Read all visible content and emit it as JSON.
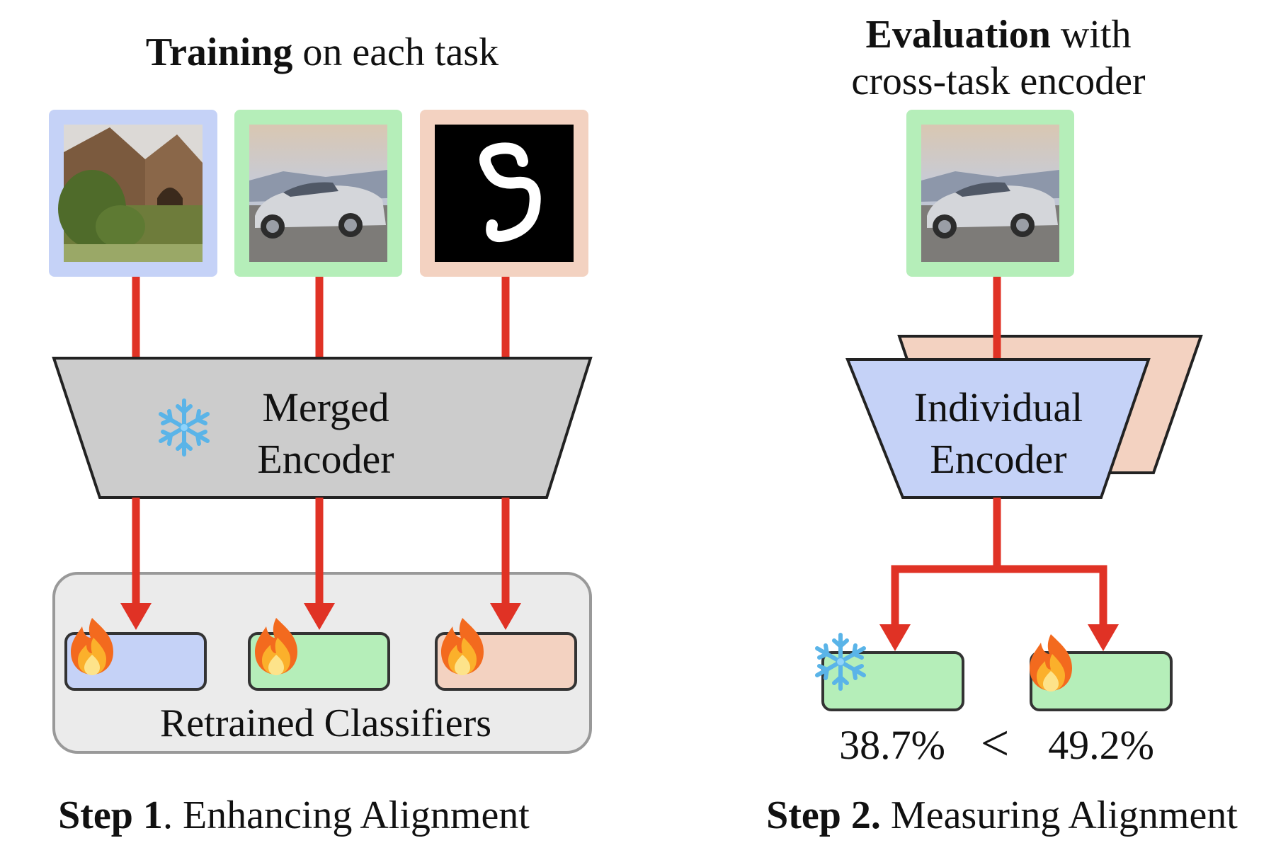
{
  "colors": {
    "blue": "#c5d2f7",
    "green": "#b5eeb9",
    "peach": "#f3d2c1",
    "gray": "#cccccc",
    "panel": "#ebebeb",
    "arrow": "#e03225",
    "stroke": "#222222"
  },
  "left": {
    "title_bold": "Training",
    "title_rest": " on each task",
    "encoder_label_line1": "Merged",
    "encoder_label_line2": "Encoder",
    "classifiers_label": "Retrained Classifiers",
    "step_bold": "Step 1",
    "step_rest": ". Enhancing Alignment",
    "images": [
      "church-photo",
      "car-photo",
      "digit-photo"
    ]
  },
  "right": {
    "title_bold": "Evaluation",
    "title_rest": " with",
    "title_line2": "cross-task encoder",
    "encoder_label_line1": "Individual",
    "encoder_label_line2": "Encoder",
    "frozen_value": "38.7%",
    "comparator": "<",
    "tuned_value": "49.2%",
    "step_bold": "Step 2.",
    "step_rest": " Measuring Alignment"
  },
  "icons": {
    "frozen": "snowflake-icon",
    "trainable": "fire-icon"
  }
}
